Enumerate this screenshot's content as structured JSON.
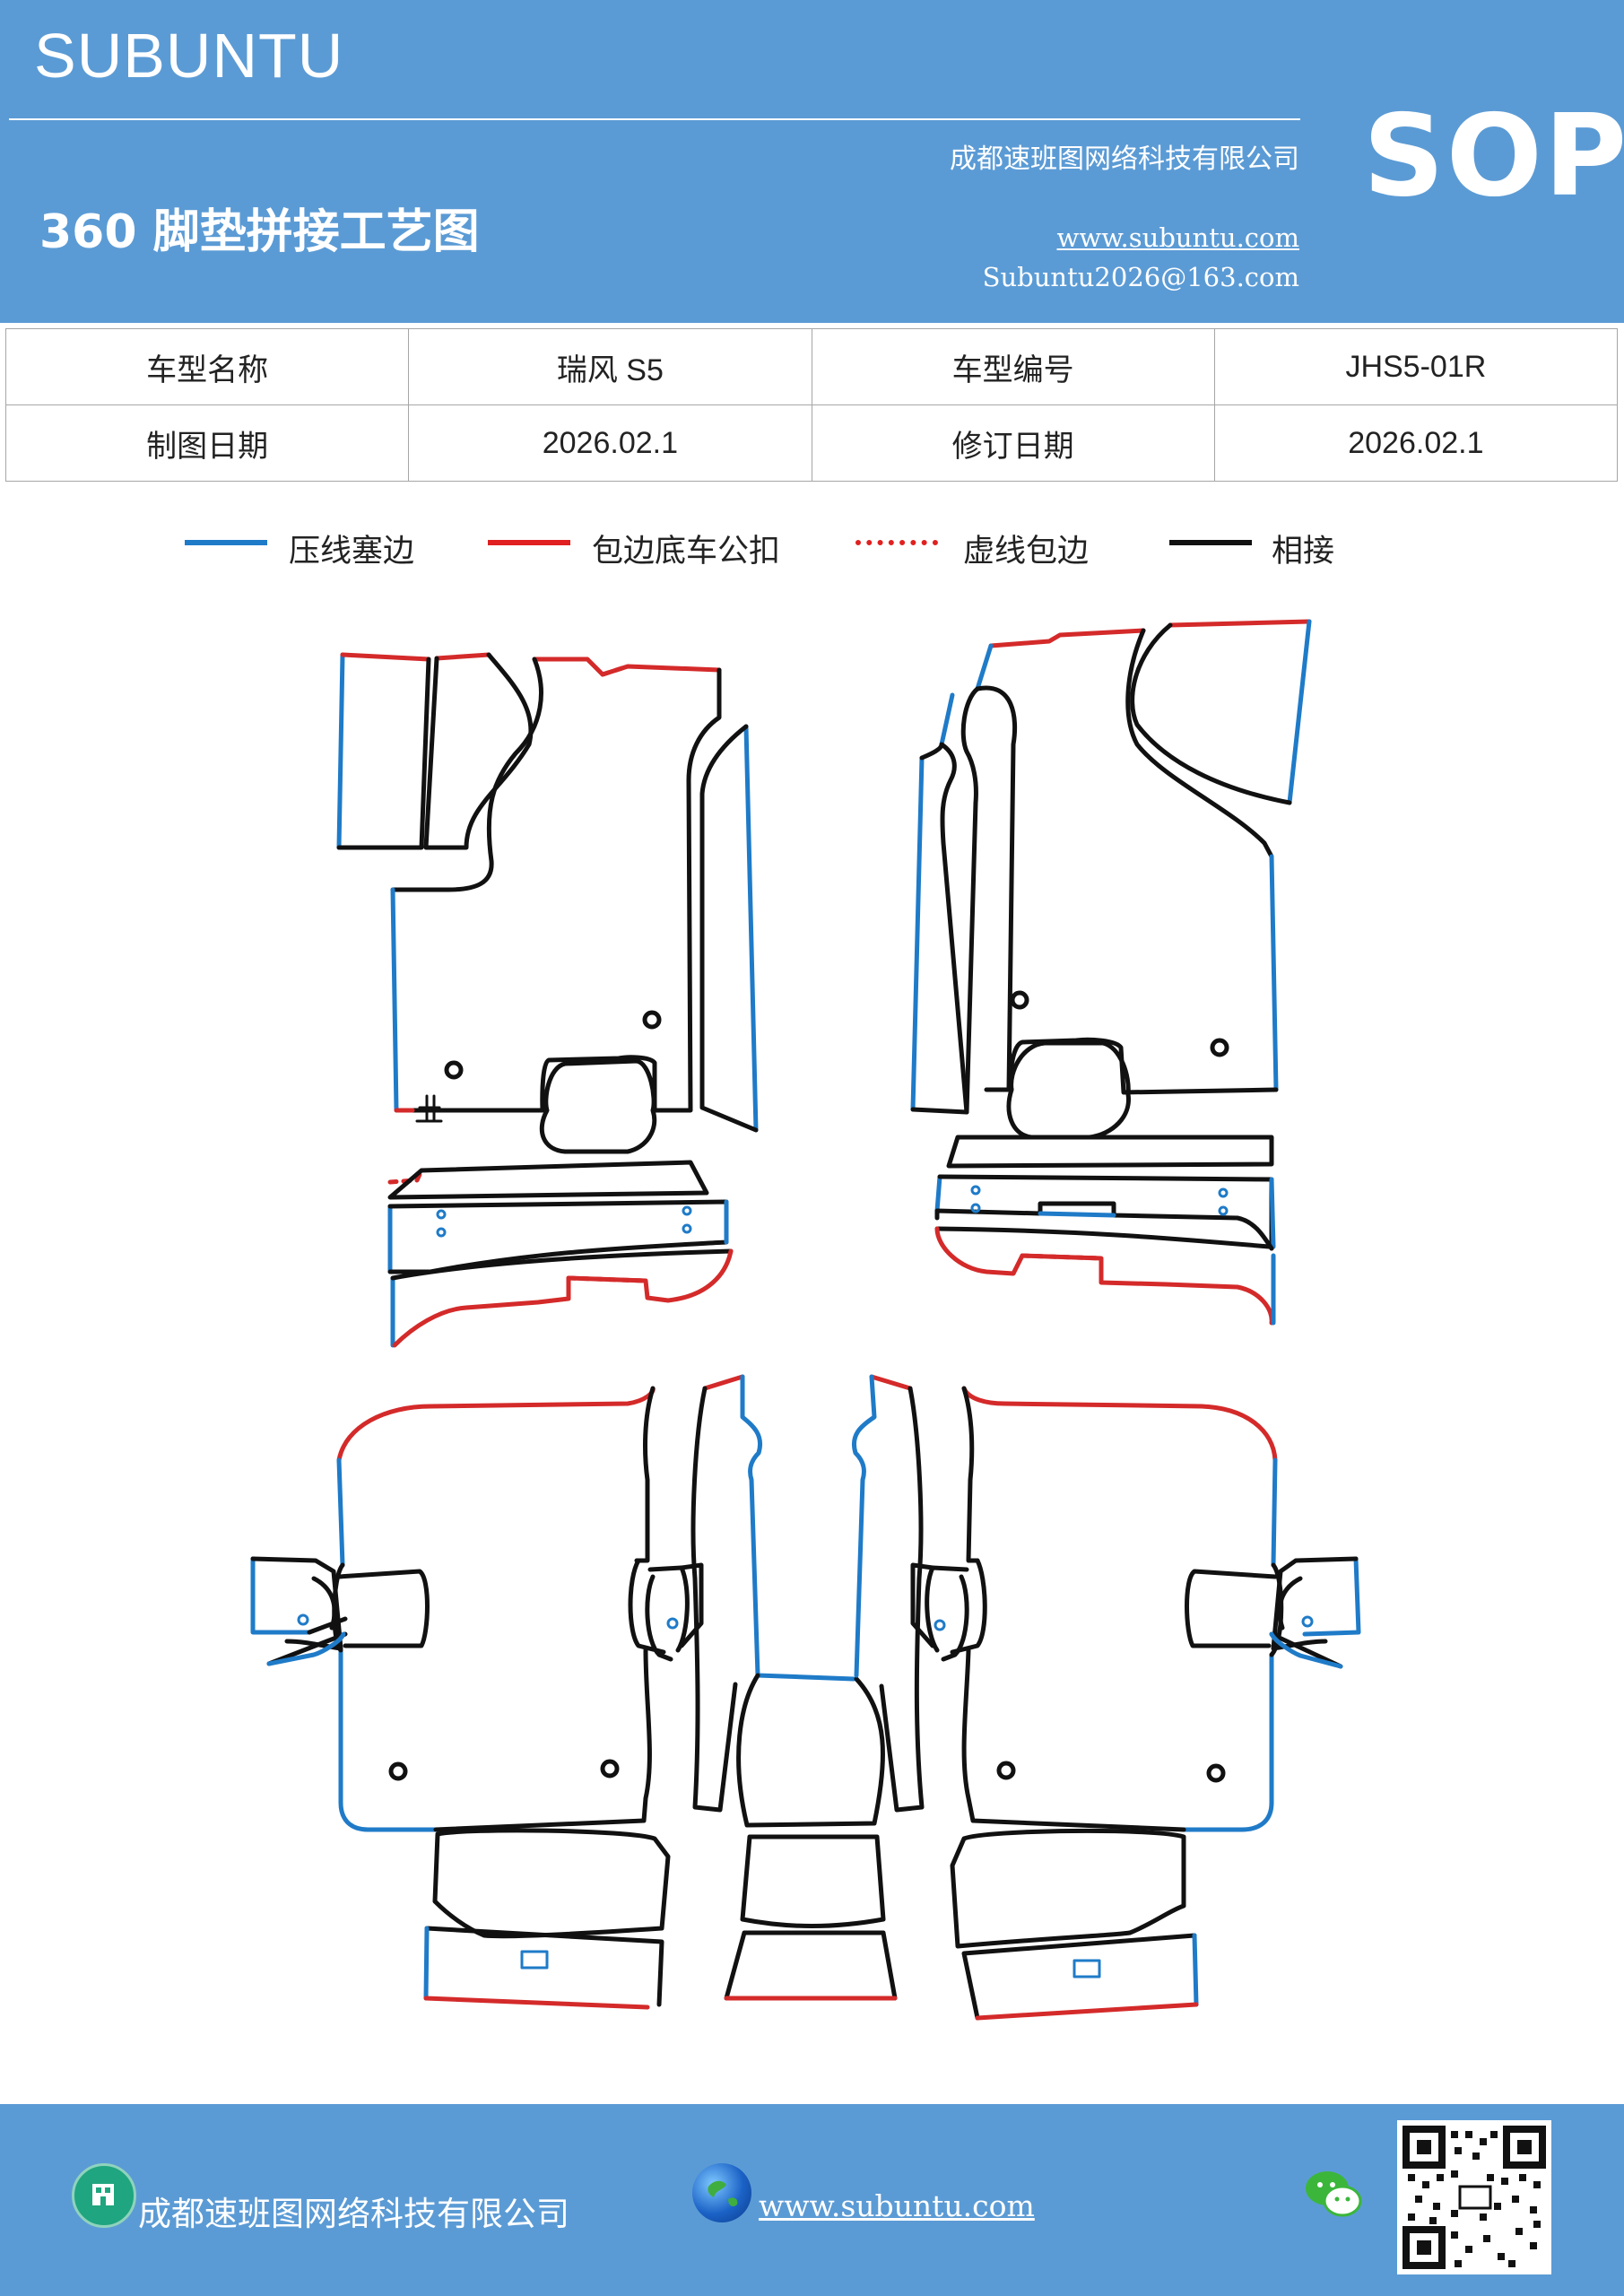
{
  "header": {
    "brand": "SUBUNTU",
    "company": "成都速班图网络科技有限公司",
    "title": "360 脚垫拼接工艺图",
    "website": "www.subuntu.com",
    "email": "Subuntu2026@163.com",
    "badge": "SOP"
  },
  "info_table": {
    "rows": [
      [
        {
          "label": "车型名称"
        },
        {
          "value": "瑞风 S5"
        },
        {
          "label": "车型编号"
        },
        {
          "value": "JHS5-01R"
        }
      ],
      [
        {
          "label": "制图日期"
        },
        {
          "value": "2026.02.1"
        },
        {
          "label": "修订日期"
        },
        {
          "value": "2026.02.1"
        }
      ]
    ]
  },
  "legend": {
    "items": [
      {
        "text": "压线塞边",
        "color": "#1f7bc8",
        "style": "solid"
      },
      {
        "text": "包边底车公扣",
        "color": "#e02020",
        "style": "solid"
      },
      {
        "text": "虚线包边",
        "color": "#e02020",
        "style": "dotted"
      },
      {
        "text": "相接",
        "color": "#111111",
        "style": "solid"
      }
    ]
  },
  "drawing": {
    "colors": {
      "press": "#1f7bc8",
      "wrap": "#d42a2a",
      "join": "#111111"
    }
  },
  "footer": {
    "company": "成都速班图网络科技有限公司",
    "website": "www.subuntu.com",
    "icons": [
      "building-icon",
      "globe-icon",
      "wechat-icon",
      "qr-code"
    ]
  }
}
